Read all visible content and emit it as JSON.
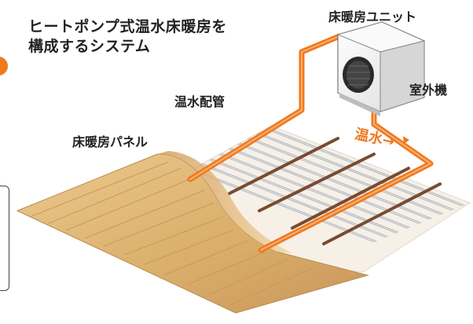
{
  "title": {
    "line1": "ヒートポンプ式温水床暖房を",
    "line2": "構成するシステム"
  },
  "labels": {
    "floor_unit": "床暖房ユニット",
    "outdoor_unit": "室外機",
    "hot_water_pipe": "温水配管",
    "floor_panel": "床暖房パネル",
    "hot_water_flow": "温水→"
  },
  "colors": {
    "pipe_orange": "#f07820",
    "wood": "#e0b878",
    "base_board": "#f6f0e6",
    "tube_gray": "#b9bec6",
    "strip_brown": "#7a4a30",
    "outdoor_unit_body": "#f4f4f4"
  },
  "icons": {
    "unit": "outdoor-ac-unit-icon"
  }
}
